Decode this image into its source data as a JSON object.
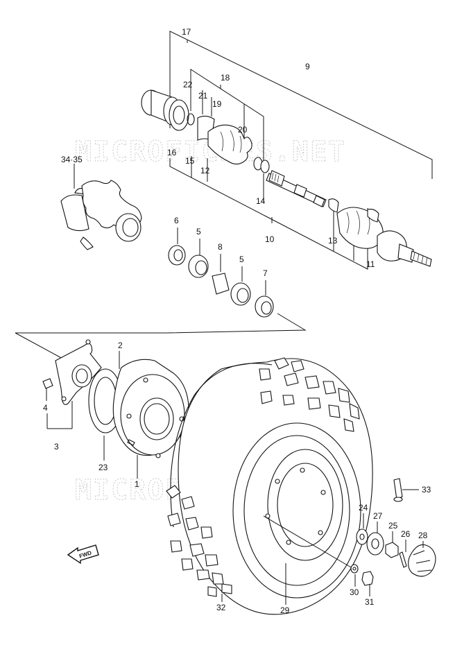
{
  "watermark": "MICROFICHES.NET",
  "fwd_label": "FWD",
  "callouts": {
    "p17": "17",
    "p18": "18",
    "p9": "9",
    "p22": "22",
    "p21": "21",
    "p19": "19",
    "p20": "20",
    "p16": "16",
    "p15": "15",
    "p12": "12",
    "p14": "14",
    "p10": "10",
    "p13": "13",
    "p11": "11",
    "p34_35": "34·35",
    "p6": "6",
    "p5a": "5",
    "p8": "8",
    "p5b": "5",
    "p7": "7",
    "p2": "2",
    "p4": "4",
    "p3": "3",
    "p23": "23",
    "p1": "1",
    "p33": "33",
    "p24": "24",
    "p27": "27",
    "p25": "25",
    "p26": "26",
    "p28": "28",
    "p30": "30",
    "p31": "31",
    "p29": "29",
    "p32": "32"
  }
}
